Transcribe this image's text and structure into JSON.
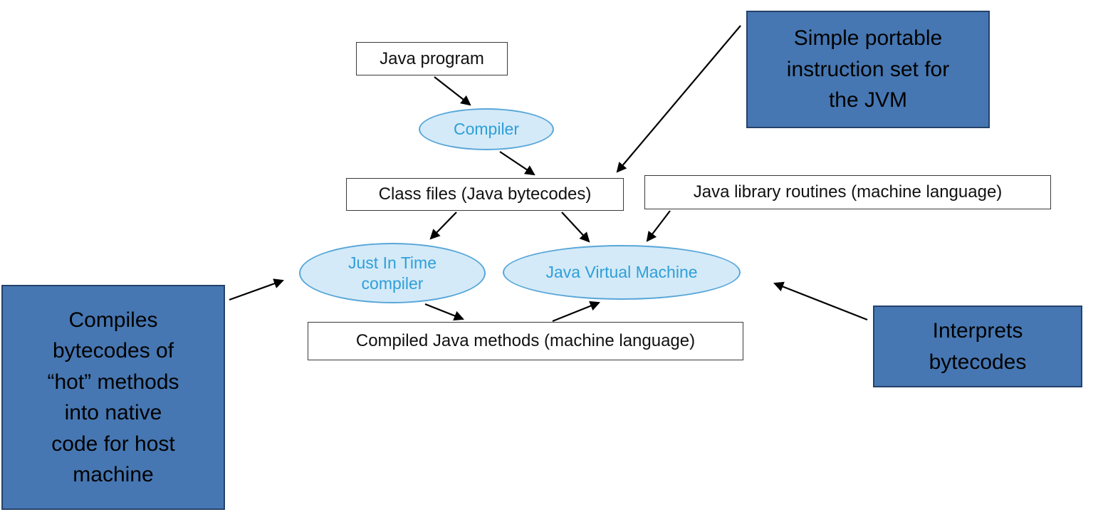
{
  "diagram": {
    "nodes": {
      "java_program": "Java program",
      "compiler": "Compiler",
      "class_files": "Class files (Java bytecodes)",
      "java_library": "Java library routines (machine language)",
      "jit_compiler": "Just In Time\ncompiler",
      "jvm": "Java Virtual Machine",
      "compiled_methods": "Compiled Java methods (machine language)"
    },
    "annotations": {
      "instruction_set_note": "Simple portable\ninstruction set for\nthe JVM",
      "jit_note": "Compiles\nbytecodes of\n“hot” methods\ninto native\ncode for host\nmachine",
      "jvm_note": "Interprets\nbytecodes"
    },
    "colors": {
      "annotation_fill": "#4677b2",
      "annotation_border": "#24426b",
      "ellipse_fill": "#d4eaf8",
      "ellipse_border": "#58a6d8",
      "ellipse_text": "#2f9fd8",
      "box_border": "#3a3a3a",
      "arrow": "#000000"
    }
  }
}
